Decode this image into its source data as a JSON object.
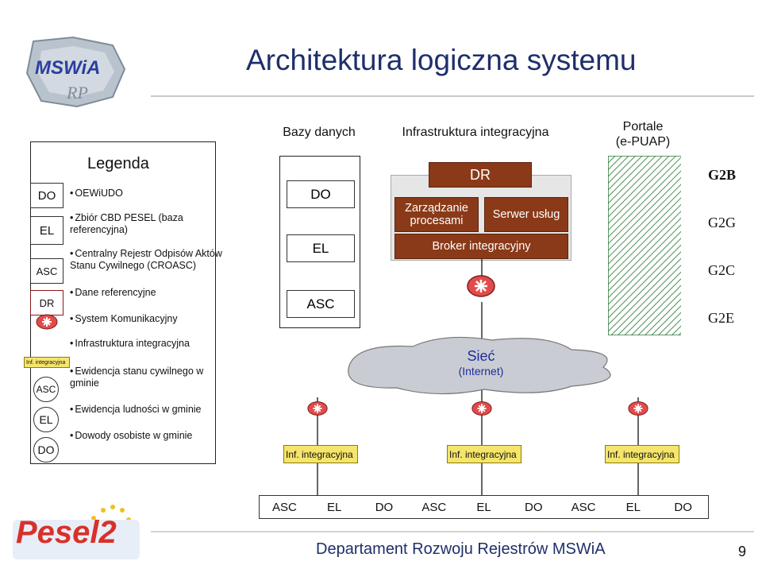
{
  "title": "Architektura logiczna systemu",
  "logos": {
    "top": "MSWiA",
    "top_sub": "RP",
    "bottom": "Pesel2"
  },
  "columns": {
    "db": "Bazy danych",
    "infra": "Infrastruktura integracyjna",
    "portal_line1": "Portale",
    "portal_line2": "(e-PUAP)"
  },
  "legend": {
    "title": "Legenda",
    "items": [
      {
        "badge": "DO",
        "text": "OEWiUDO"
      },
      {
        "badge": "EL",
        "text": "Zbiór CBD PESEL (baza referencyjna)"
      },
      {
        "badge": "ASC",
        "text": "Centralny Rejestr Odpisów Aktów Stanu Cywilnego (CROASC)"
      },
      {
        "badge": "DR",
        "text": "Dane referencyjne"
      },
      {
        "badge": "",
        "text": "System Komunikacyjny"
      },
      {
        "badge": "Inf. integracyjna",
        "text": "Infrastruktura integracyjna"
      },
      {
        "badge": "ASC",
        "text": "Ewidencja stanu cywilnego w gminie"
      },
      {
        "badge": "EL",
        "text": "Ewidencja ludności w gminie"
      },
      {
        "badge": "DO",
        "text": "Dowody osobiste w gminie"
      }
    ]
  },
  "databases": [
    "DO",
    "EL",
    "ASC"
  ],
  "infra": {
    "dr": "DR",
    "mgmt": "Zarządzanie procesami",
    "service": "Serwer usług",
    "broker": "Broker integracyjny"
  },
  "portals": [
    "G2B",
    "G2G",
    "G2C",
    "G2E"
  ],
  "network": {
    "line1": "Sieć",
    "line2": "(Internet)"
  },
  "local_infra": [
    "Inf. integracyjna",
    "Inf. integracyjna",
    "Inf. integracyjna"
  ],
  "bottom_cells": [
    "ASC",
    "EL",
    "DO",
    "ASC",
    "EL",
    "DO",
    "ASC",
    "EL",
    "DO"
  ],
  "footer": "Departament Rozwoju Rejestrów MSWiA",
  "page_number": "9",
  "colors": {
    "title": "#1f2f6b",
    "brown": "#8a3a18",
    "yellow": "#f5e56b",
    "network_blue": "#1f2f9a"
  }
}
